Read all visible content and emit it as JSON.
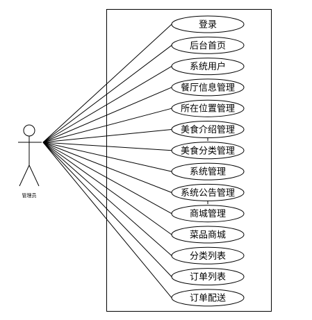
{
  "diagram": {
    "actor": {
      "label": "管理员"
    },
    "use_cases": [
      {
        "label": "登录"
      },
      {
        "label": "后台首页"
      },
      {
        "label": "系统用户"
      },
      {
        "label": "餐厅信息管理"
      },
      {
        "label": "所在位置管理"
      },
      {
        "label": "美食介绍管理"
      },
      {
        "label": "美食分类管理"
      },
      {
        "label": "系统管理"
      },
      {
        "label": "系统公告管理"
      },
      {
        "label": "商城管理"
      },
      {
        "label": "菜品商城"
      },
      {
        "label": "分类列表"
      },
      {
        "label": "订单列表"
      },
      {
        "label": "订单配送"
      }
    ],
    "colors": {
      "stroke": "#000000",
      "fill": "#ffffff"
    }
  }
}
